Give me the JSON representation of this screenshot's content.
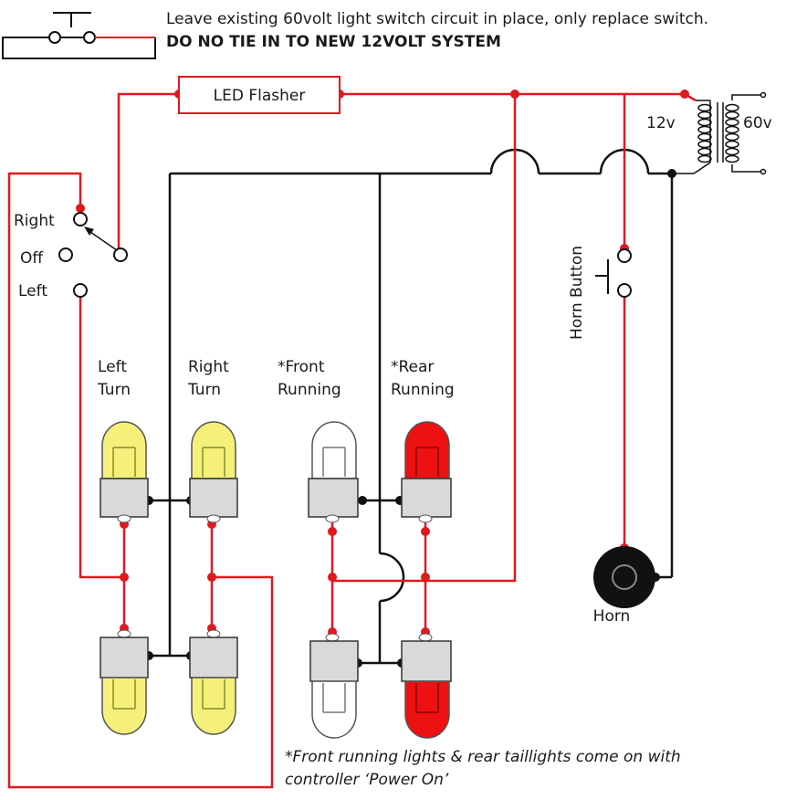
{
  "header": {
    "line1": "Leave existing 60volt light switch circuit in place, only replace switch.",
    "line2": "DO NO TIE IN TO NEW 12VOLT SYSTEM"
  },
  "flasher": {
    "label": "LED Flasher"
  },
  "transformer": {
    "primary_label": "12v",
    "secondary_label": "60v"
  },
  "switch": {
    "right_label": "Right",
    "off_label": "Off",
    "left_label": "Left"
  },
  "horn_button": {
    "label": "Horn Button"
  },
  "horn": {
    "label": "Horn"
  },
  "lamps": {
    "left_turn": {
      "line1": "Left",
      "line2": "Turn"
    },
    "right_turn": {
      "line1": "Right",
      "line2": "Turn"
    },
    "front_run": {
      "line1": "*Front",
      "line2": "Running"
    },
    "rear_run": {
      "line1": "*Rear",
      "line2": "Running"
    }
  },
  "footnote": {
    "line1": "*Front running lights & rear taillights come on with",
    "line2": "controller ‘Power On’"
  },
  "colors": {
    "wire_red": "#e0191f",
    "wire_black": "#111111",
    "turn_bulb": "#f5f07a",
    "front_bulb": "#ffffff",
    "rear_bulb": "#ee1111",
    "socket": "#d9d9d9"
  }
}
